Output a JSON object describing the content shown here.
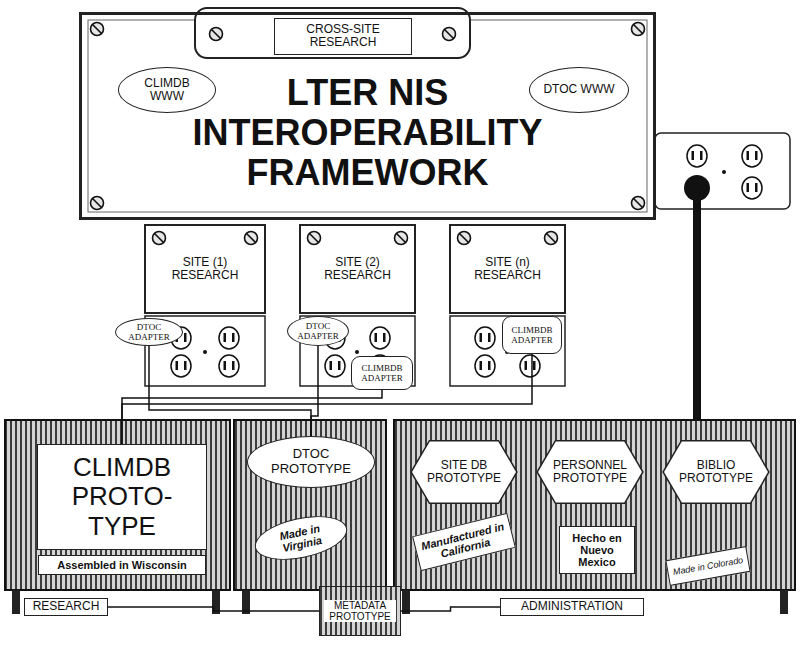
{
  "diagram": {
    "nodes": [
      {
        "text": [
          "LTER NIS INTEROPERABILITY FRAMEWORK"
        ]
      },
      {
        "text": [
          "CROSS-SITE RESEARCH"
        ],
        "in": 0
      },
      {
        "text": [
          "CLIMDB WWW"
        ],
        "in": 0
      },
      {
        "text": [
          "DTOC WWW"
        ],
        "in": 0
      },
      {
        "text": [
          "SITE (1) RESEARCH"
        ]
      },
      {
        "text": [
          "SITE (2) RESEARCH"
        ]
      },
      {
        "text": [
          "SITE (n) RESEARCH"
        ]
      },
      {
        "text": [
          "DTOC ADAPTER"
        ]
      },
      {
        "text": [
          "DTOC ADAPTER"
        ]
      },
      {
        "text": [
          "CLIMBDB ADAPTER"
        ]
      },
      {
        "text": [
          "CLIMBDB ADAPTER"
        ]
      },
      {
        "text": [
          "CLIMDB PROTO-TYPE"
        ]
      },
      {
        "text": [
          "Assembled in Wisconsin"
        ]
      },
      {
        "text": [
          "DTOC PROTOTYPE"
        ]
      },
      {
        "text": [
          "Made in Virginia"
        ]
      },
      {
        "text": [
          "SITE DB PROTOTYPE"
        ]
      },
      {
        "text": [
          "PERSONNEL PROTOTYPE"
        ]
      },
      {
        "text": [
          "BIBLIO PROTOTYPE"
        ]
      },
      {
        "text": [
          "Manufactured in California"
        ]
      },
      {
        "text": [
          "Hecho en Nuevo Mexico"
        ]
      },
      {
        "text": [
          "Made in Colorado"
        ]
      },
      {
        "text": [
          "METADATA PROTOTYPE"
        ]
      },
      {
        "text": [
          "RESEARCH"
        ]
      },
      {
        "text": [
          "ADMINISTRATION"
        ]
      }
    ],
    "edges": [
      {
        "from": 7,
        "to": 13,
        "arrow": "none"
      },
      {
        "from": 8,
        "to": 13,
        "arrow": "none"
      },
      {
        "from": 9,
        "to": 11,
        "arrow": "none"
      },
      {
        "from": 10,
        "to": 11,
        "arrow": "none"
      },
      {
        "from": 22,
        "to": 21,
        "arrow": "none"
      },
      {
        "from": 23,
        "to": 21,
        "arrow": "none"
      }
    ]
  }
}
